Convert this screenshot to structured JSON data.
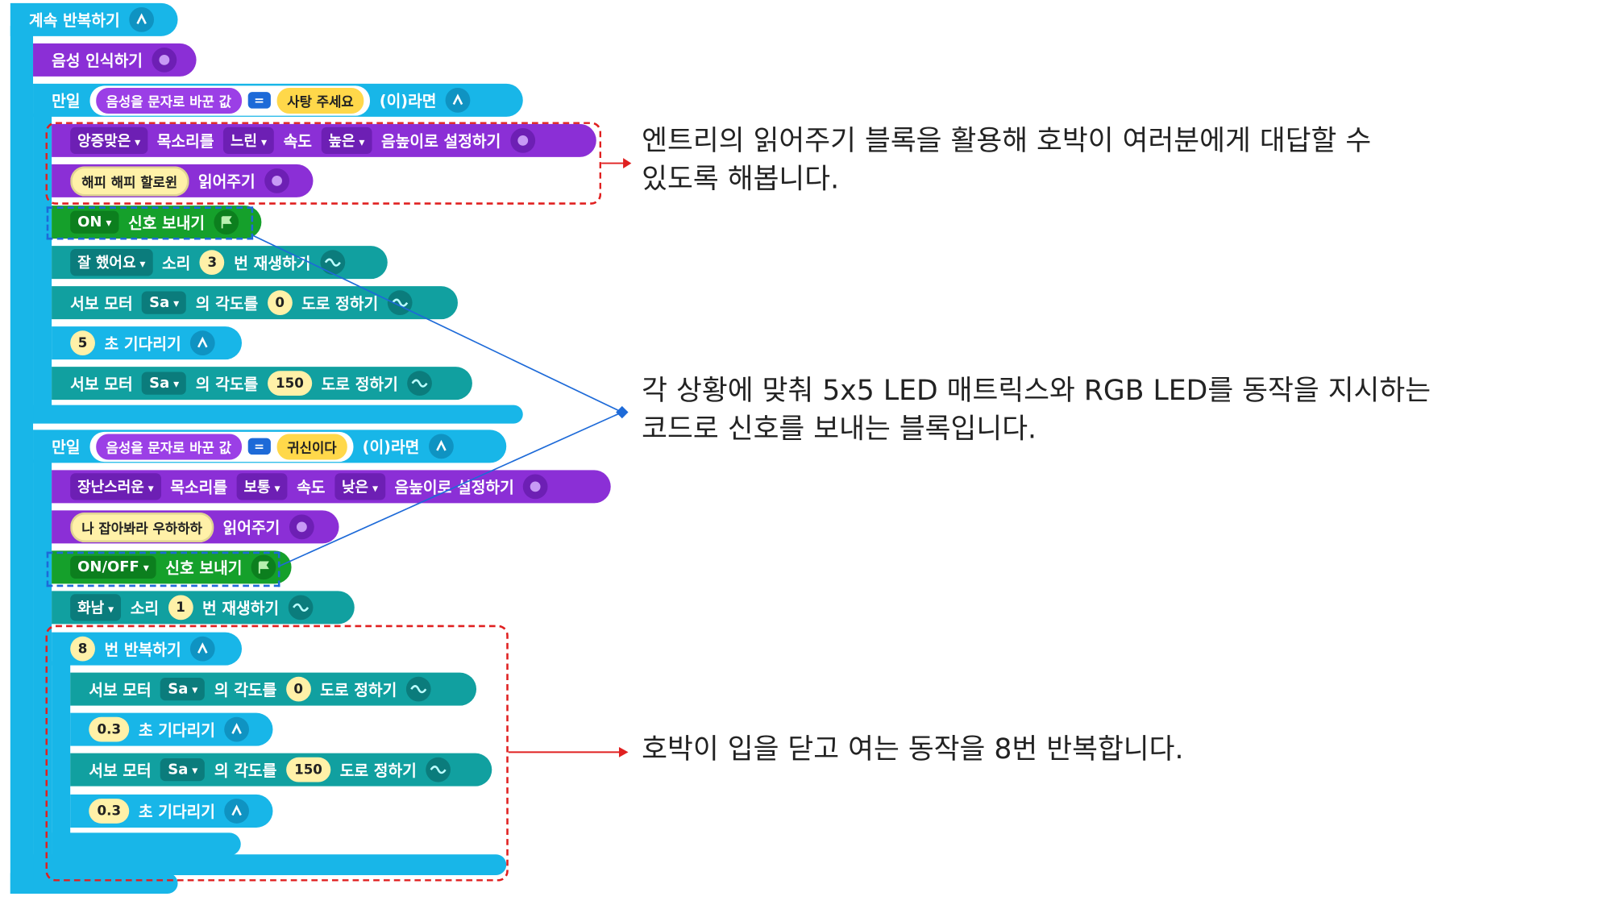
{
  "forever": {
    "label": "계속 반복하기"
  },
  "voice": {
    "label": "음성 인식하기"
  },
  "if1": {
    "prefix": "만일",
    "cond_input": "음성을 문자로 바꾼 값",
    "eq": "=",
    "cond_value": "사탕 주세요",
    "suffix": "(이)라면"
  },
  "set_voice1": {
    "tone": "앙증맞은",
    "voice_label": "목소리를",
    "speed": "느린",
    "speed_label": "속도",
    "pitch": "높은",
    "suffix": "음높이로 설정하기"
  },
  "read1": {
    "text": "해피 해피 할로윈",
    "label": "읽어주기"
  },
  "signal1": {
    "value": "ON",
    "label": "신호 보내기"
  },
  "sound1": {
    "sound": "잘 했어요",
    "label": "소리",
    "count": "3",
    "suffix": "번 재생하기"
  },
  "servo1": {
    "prefix": "서보 모터",
    "port": "Sa",
    "mid": "의 각도를",
    "angle": "0",
    "suffix": "도로 정하기"
  },
  "wait1": {
    "sec": "5",
    "label": "초 기다리기"
  },
  "servo2": {
    "prefix": "서보 모터",
    "port": "Sa",
    "mid": "의 각도를",
    "angle": "150",
    "suffix": "도로 정하기"
  },
  "if2": {
    "prefix": "만일",
    "cond_input": "음성을 문자로 바꾼 값",
    "eq": "=",
    "cond_value": "귀신이다",
    "suffix": "(이)라면"
  },
  "set_voice2": {
    "tone": "장난스러운",
    "voice_label": "목소리를",
    "speed": "보통",
    "speed_label": "속도",
    "pitch": "낮은",
    "suffix": "음높이로 설정하기"
  },
  "read2": {
    "text": "나 잡아봐라 우하하하",
    "label": "읽어주기"
  },
  "signal2": {
    "value": "ON/OFF",
    "label": "신호 보내기"
  },
  "sound2": {
    "sound": "화남",
    "label": "소리",
    "count": "1",
    "suffix": "번 재생하기"
  },
  "repeat": {
    "count": "8",
    "label": "번 반복하기"
  },
  "servo3": {
    "prefix": "서보 모터",
    "port": "Sa",
    "mid": "의 각도를",
    "angle": "0",
    "suffix": "도로 정하기"
  },
  "wait2": {
    "sec": "0.3",
    "label": "초 기다리기"
  },
  "servo4": {
    "prefix": "서보 모터",
    "port": "Sa",
    "mid": "의 각도를",
    "angle": "150",
    "suffix": "도로 정하기"
  },
  "wait3": {
    "sec": "0.3",
    "label": "초 기다리기"
  },
  "notes": {
    "read_line1": "엔트리의 읽어주기 블록을 활용해 호박이 여러분에게 대답할 수",
    "read_line2": "있도록 해봅니다.",
    "signal_line1": "각 상황에 맞춰 5x5 LED 매트릭스와 RGB LED를 동작을 지시하는",
    "signal_line2": "코드로 신호를 보내는 블록입니다.",
    "repeat_line1": "호박이 입을 닫고 여는 동작을 8번 반복합니다."
  },
  "colors": {
    "loop": "#18b6e8",
    "purple": "#8b2fd6",
    "green": "#15a02b",
    "teal": "#11a0a0",
    "red": "#e02020",
    "blue": "#1d6ad8"
  }
}
